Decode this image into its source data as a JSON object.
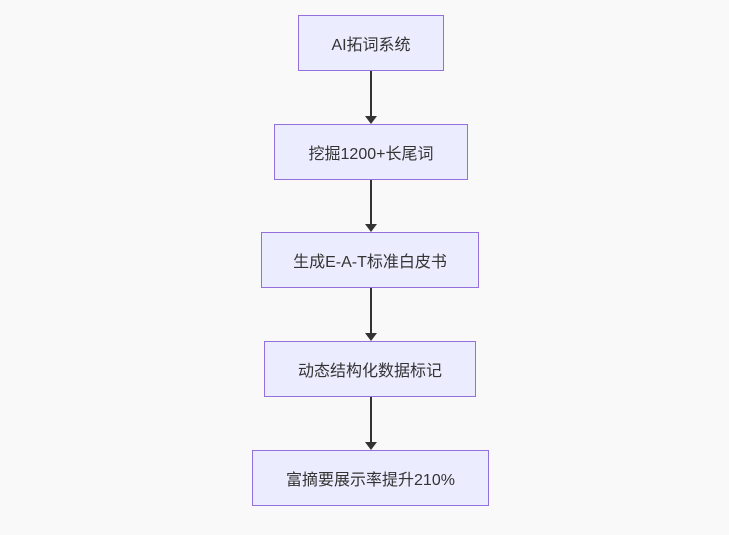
{
  "diagram": {
    "type": "flowchart",
    "direction": "top-down",
    "nodes": [
      {
        "id": "n1",
        "label": "AI拓词系统"
      },
      {
        "id": "n2",
        "label": "挖掘1200+长尾词"
      },
      {
        "id": "n3",
        "label": "生成E-A-T标准白皮书"
      },
      {
        "id": "n4",
        "label": "动态结构化数据标记"
      },
      {
        "id": "n5",
        "label": "富摘要展示率提升210%"
      }
    ],
    "edges": [
      {
        "from": "n1",
        "to": "n2"
      },
      {
        "from": "n2",
        "to": "n3"
      },
      {
        "from": "n3",
        "to": "n4"
      },
      {
        "from": "n4",
        "to": "n5"
      }
    ],
    "colors": {
      "background": "#f9f9f9",
      "node_fill": "#ECECFF",
      "node_border": "#9370DB",
      "text": "#333333",
      "arrow": "#333333"
    }
  }
}
